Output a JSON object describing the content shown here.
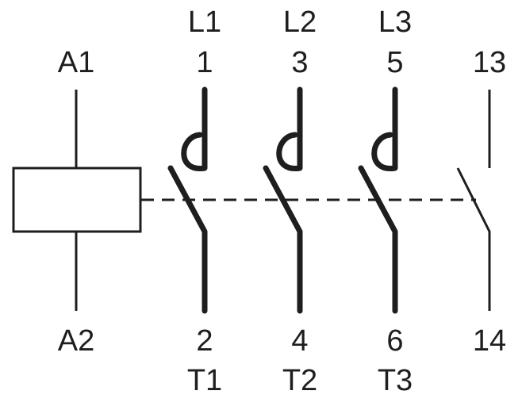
{
  "coil": {
    "top_terminal": "A1",
    "bottom_terminal": "A2"
  },
  "poles": [
    {
      "line": "L1",
      "in": "1",
      "out": "2",
      "load": "T1"
    },
    {
      "line": "L2",
      "in": "3",
      "out": "4",
      "load": "T2"
    },
    {
      "line": "L3",
      "in": "5",
      "out": "6",
      "load": "T3"
    }
  ],
  "aux_contact": {
    "top_terminal": "13",
    "bottom_terminal": "14"
  },
  "colors": {
    "ink": "#1e1e1e",
    "background": "#ffffff"
  }
}
